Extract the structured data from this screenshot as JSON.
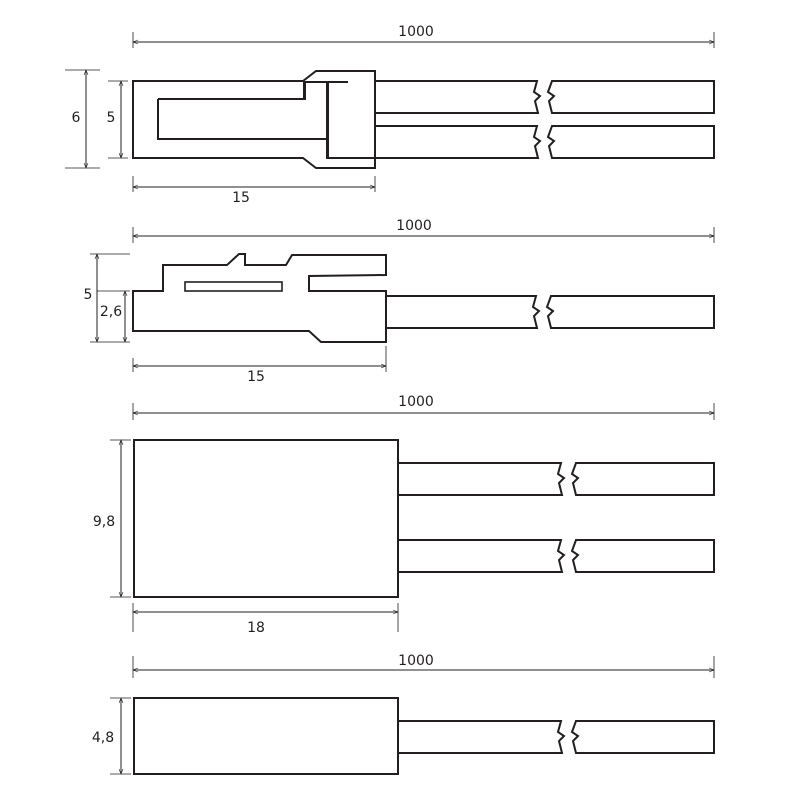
{
  "drawings": [
    {
      "id": "connector-1",
      "labels": {
        "length": "1000",
        "outer_height": "6",
        "inner_height": "5",
        "body_length": "15"
      }
    },
    {
      "id": "connector-2",
      "labels": {
        "length": "1000",
        "outer_height": "5",
        "inner_height": "2,6",
        "body_length": "15"
      }
    },
    {
      "id": "connector-3",
      "labels": {
        "length": "1000",
        "height": "9,8",
        "body_length": "18"
      }
    },
    {
      "id": "connector-4",
      "labels": {
        "length": "1000",
        "height": "4,8"
      }
    }
  ]
}
